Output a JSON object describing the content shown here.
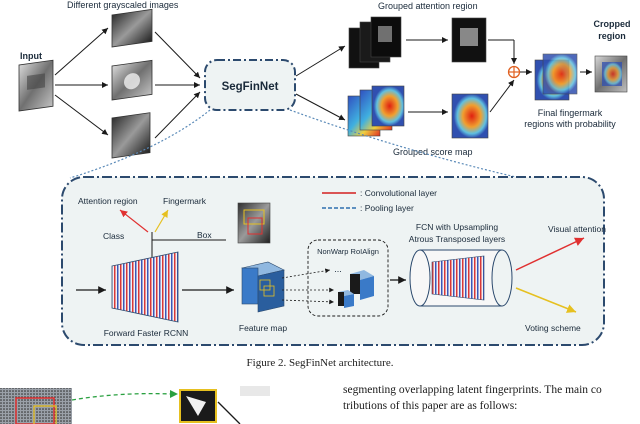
{
  "figure": {
    "input_label": "Input",
    "gray_label": "Different grayscaled images",
    "center_label": "SegFinNet",
    "grouped_attention_label": "Grouped attention region",
    "grouped_score_label": "Grouped score map",
    "cropped_label_1": "Cropped",
    "cropped_label_2": "region",
    "final_label_1": "Final fingermark",
    "final_label_2": "regions with probability",
    "legend_conv": ": Convolutional layer",
    "legend_pool": ": Pooling layer",
    "attention_region": "Attention region",
    "fingermark": "Fingermark",
    "class_label": "Class",
    "box_label": "Box",
    "nonwarp": "NonWarp RoIAlign",
    "ellipsis": "...",
    "fcn_1": "FCN with Upsampling",
    "fcn_2": "Atrous Transposed layers",
    "visual_attention": "Visual attention",
    "voting_scheme": "Voting scheme",
    "forward_rcnn": "Forward Faster RCNN",
    "feature_map": "Feature map"
  },
  "caption": "Figure 2. SegFinNet architecture.",
  "text": {
    "line1": "segmenting overlapping latent fingerprints.  The main co",
    "line2": "tributions of this paper are as follows:"
  },
  "colors": {
    "accent_blue": "#2c4a6e",
    "conv_red": "#d42020",
    "pool_blue": "#2e6fb0",
    "panel_fill": "#eef3f3",
    "visual_red": "#e03030",
    "voting_yellow": "#e6c020"
  }
}
